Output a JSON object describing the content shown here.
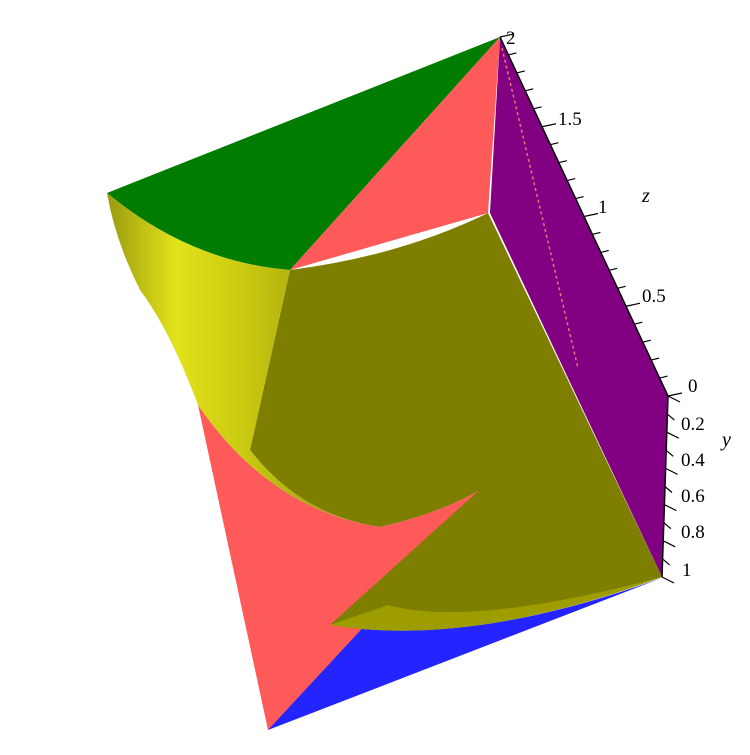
{
  "plot": {
    "type": "3d-surface",
    "colors": {
      "green": "#007d00",
      "salmon": "#ff5a5a",
      "purple": "#800080",
      "olive": "#7e7e00",
      "yellow": "#d8d800",
      "blue": "#2222ff",
      "frame": "#000000",
      "background": "#ffffff"
    },
    "z_axis": {
      "label": "z",
      "ticks": [
        "2",
        "1.5",
        "1",
        "0.5",
        "0"
      ]
    },
    "y_axis": {
      "label": "y",
      "ticks": [
        "0.2",
        "0.4",
        "0.6",
        "0.8",
        "1"
      ]
    }
  }
}
